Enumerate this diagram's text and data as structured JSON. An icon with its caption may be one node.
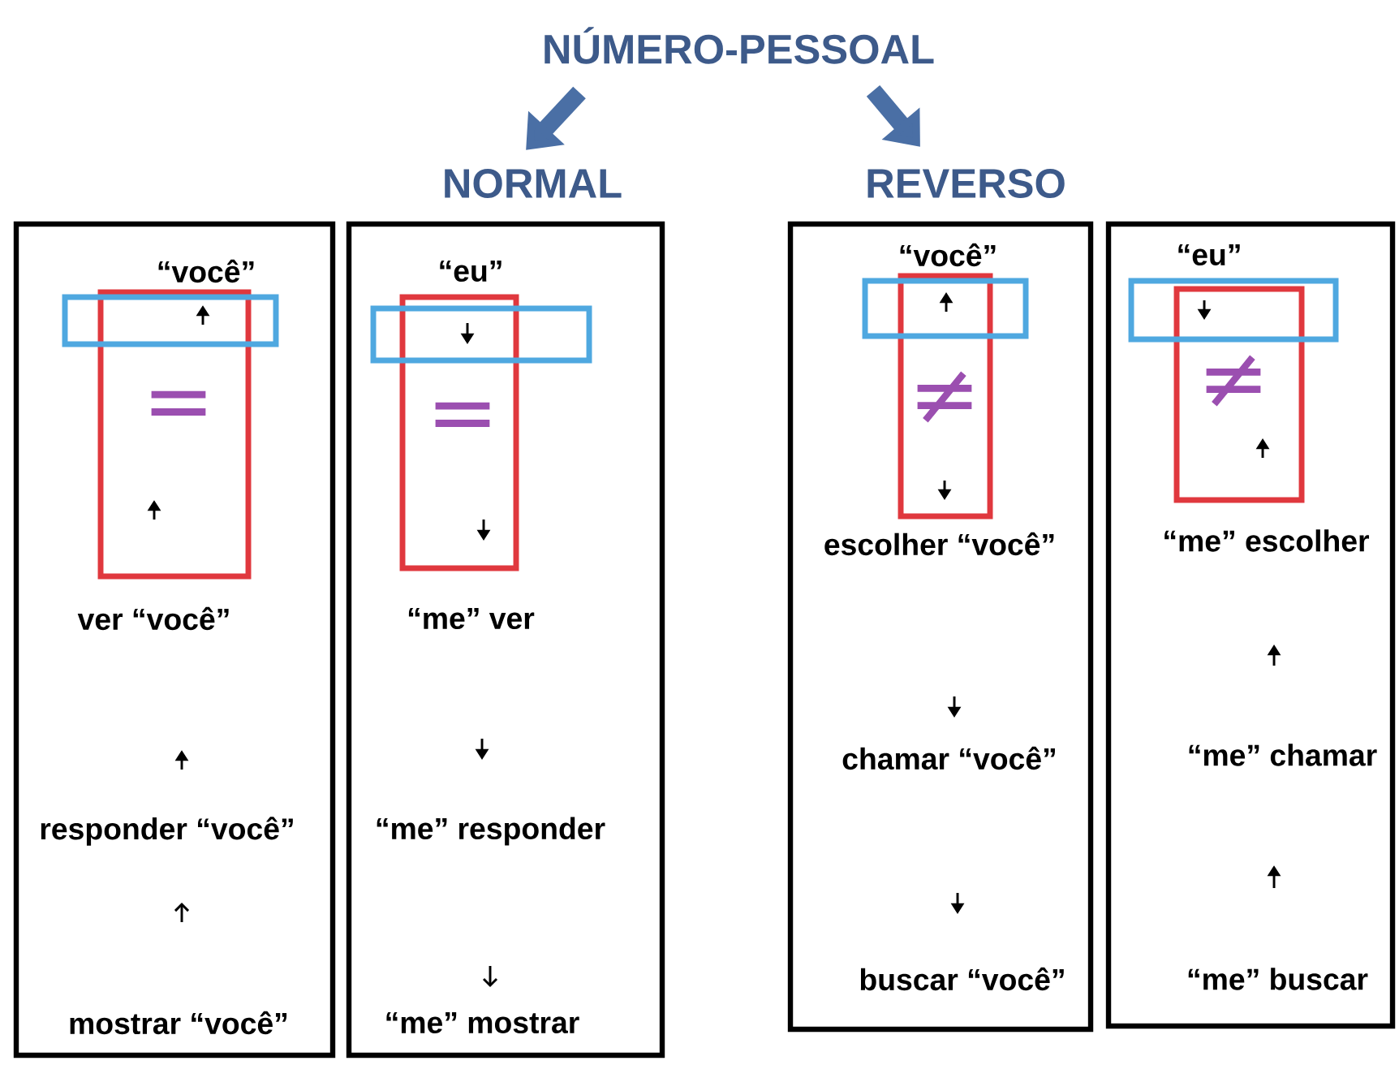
{
  "diagram": {
    "nodes": [
      {
        "text": [
          "NÚMERO-PESSOAL"
        ]
      },
      {
        "text": [
          "NORMAL"
        ]
      },
      {
        "text": [
          "REVERSO"
        ]
      },
      {
        "text": [
          "“você”",
          "ver “você”",
          "responder “você”",
          "mostrar “você”"
        ]
      },
      {
        "text": [
          "="
        ],
        "in": 3
      },
      {
        "text": [],
        "shape": "box",
        "in": 3
      },
      {
        "text": [
          "“eu”",
          "“me” ver",
          "“me” responder",
          "“me” mostrar"
        ]
      },
      {
        "text": [
          "="
        ],
        "in": 6
      },
      {
        "text": [],
        "shape": "box",
        "in": 6
      },
      {
        "text": [
          "“você”",
          "escolher “você”",
          "chamar “você”",
          "buscar “você”"
        ]
      },
      {
        "text": [
          "≠"
        ],
        "in": 9
      },
      {
        "text": [],
        "shape": "box",
        "in": 9
      },
      {
        "text": [
          "“eu”",
          "“me” escolher",
          "“me” chamar",
          "“me” buscar"
        ]
      },
      {
        "text": [
          "≠"
        ],
        "in": 12
      },
      {
        "text": [],
        "shape": "box",
        "in": 12
      }
    ],
    "edges": [
      {
        "from": 0,
        "to": 1,
        "arrow": "to"
      },
      {
        "from": 0,
        "to": 2,
        "arrow": "to"
      }
    ]
  }
}
